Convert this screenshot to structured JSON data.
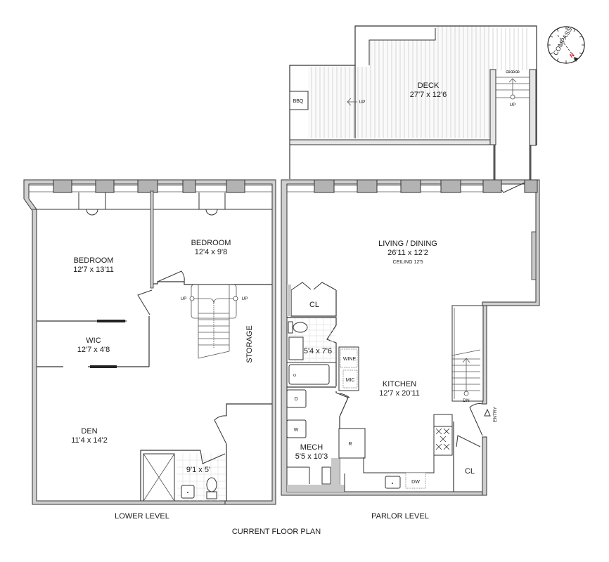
{
  "plan": {
    "title": "CURRENT FLOOR PLAN",
    "levels": {
      "lower": "LOWER LEVEL",
      "parlor": "PARLOR LEVEL"
    },
    "compass": {
      "label": "COMPASS",
      "north": "N",
      "north_color": "#e02020"
    },
    "deck": {
      "name": "DECK",
      "dims": "27'7 x 12'6",
      "bbq": "BBQ",
      "up_left": "UP",
      "up_right": "UP"
    },
    "lower_level": {
      "bedroom1": {
        "name": "BEDROOM",
        "dims": "12'7 x 13'11"
      },
      "bedroom2": {
        "name": "BEDROOM",
        "dims": "12'4 x 9'8"
      },
      "wic": {
        "name": "WIC",
        "dims": "12'7 x 4'8"
      },
      "den": {
        "name": "DEN",
        "dims": "11'4 x 14'2"
      },
      "storage": {
        "name": "STORAGE"
      },
      "bath": {
        "dims": "9'1 x 5'"
      },
      "stairs": {
        "up_left": "UP",
        "up_right": "UP"
      }
    },
    "parlor_level": {
      "living": {
        "name": "LIVING / DINING",
        "dims": "26'11 x 12'2",
        "note": "CEILING 12'5"
      },
      "closet1": {
        "name": "CL"
      },
      "bath": {
        "dims": "5'4 x 7'6"
      },
      "wine": "WINE",
      "mic": "MIC",
      "kitchen": {
        "name": "KITCHEN",
        "dims": "12'7 x 20'11"
      },
      "dryer": "D",
      "washer": "W",
      "mech": {
        "name": "MECH",
        "dims": "5'5 x 10'3"
      },
      "fridge": "R",
      "dishwasher": "DW",
      "closet2": {
        "name": "CL"
      },
      "stairs_down": "DN",
      "entry": "ENTRY"
    }
  }
}
